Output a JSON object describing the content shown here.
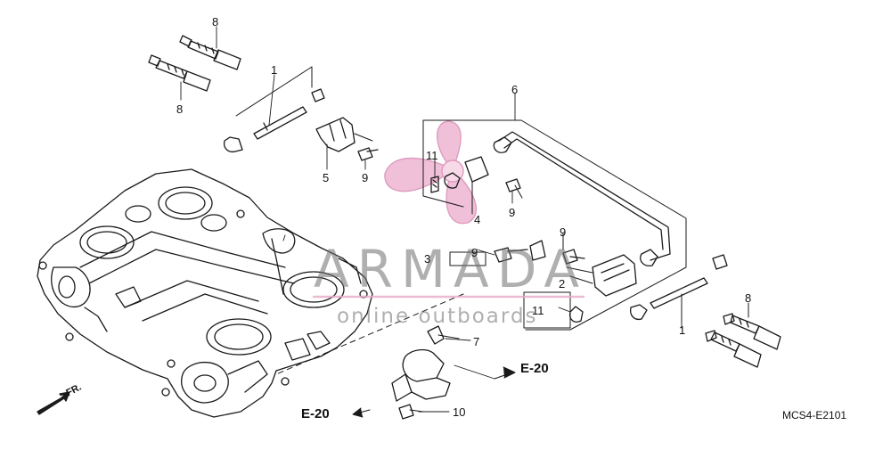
{
  "diagram": {
    "part_labels": {
      "p8_top": "8",
      "p8_left": "8",
      "p1_left": "1",
      "p5": "5",
      "p9_a": "9",
      "p6": "6",
      "p11_top": "11",
      "p4": "4",
      "p9_b": "9",
      "p9_c": "9",
      "p3": "3",
      "p9_d": "9",
      "p2": "2",
      "p11_bottom": "11",
      "p8_right": "8",
      "p1_right": "1",
      "p7": "7",
      "p10": "10"
    },
    "references": {
      "e20_right": "E-20",
      "e20_left": "E-20",
      "front": "FR."
    },
    "diagram_code": "MCS4-E2101"
  },
  "watermark": {
    "brand": "ARMADA",
    "tagline": "online outboards",
    "accent_color": "#e8a9c8",
    "text_color": "#6e6e6e"
  },
  "colors": {
    "ink": "#1a1a1a",
    "background": "#ffffff"
  }
}
